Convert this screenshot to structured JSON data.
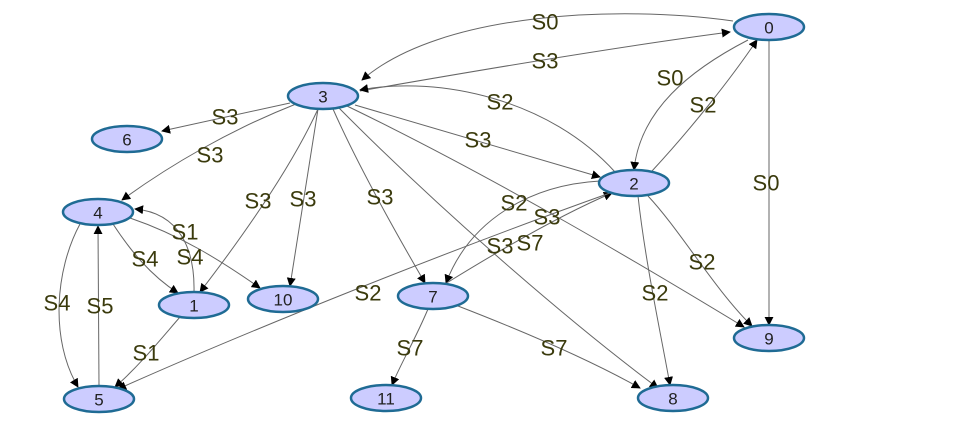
{
  "graph": {
    "nodes": [
      {
        "id": "0",
        "label": "0"
      },
      {
        "id": "1",
        "label": "1"
      },
      {
        "id": "2",
        "label": "2"
      },
      {
        "id": "3",
        "label": "3"
      },
      {
        "id": "4",
        "label": "4"
      },
      {
        "id": "5",
        "label": "5"
      },
      {
        "id": "6",
        "label": "6"
      },
      {
        "id": "7",
        "label": "7"
      },
      {
        "id": "8",
        "label": "8"
      },
      {
        "id": "9",
        "label": "9"
      },
      {
        "id": "10",
        "label": "10"
      },
      {
        "id": "11",
        "label": "11"
      }
    ],
    "edges": [
      {
        "id": "e0-3-s0",
        "from": "0",
        "to": "3",
        "label": "S0"
      },
      {
        "id": "e3-0-s3",
        "from": "3",
        "to": "0",
        "label": "S3"
      },
      {
        "id": "e0-2-s0",
        "from": "0",
        "to": "2",
        "label": "S0"
      },
      {
        "id": "e2-0-s2",
        "from": "2",
        "to": "0",
        "label": "S2"
      },
      {
        "id": "e0-9-s0",
        "from": "0",
        "to": "9",
        "label": "S0"
      },
      {
        "id": "e2-3-s2",
        "from": "2",
        "to": "3",
        "label": "S2"
      },
      {
        "id": "e3-6-s3",
        "from": "3",
        "to": "6",
        "label": "S3"
      },
      {
        "id": "e3-4-s3",
        "from": "3",
        "to": "4",
        "label": "S3"
      },
      {
        "id": "e3-2-s3",
        "from": "3",
        "to": "2",
        "label": "S3"
      },
      {
        "id": "e3-1-s3",
        "from": "3",
        "to": "1",
        "label": "S3"
      },
      {
        "id": "e3-10-s3",
        "from": "3",
        "to": "10",
        "label": "S3"
      },
      {
        "id": "e3-7-s3",
        "from": "3",
        "to": "7",
        "label": "S3"
      },
      {
        "id": "e3-9-s3",
        "from": "3",
        "to": "9",
        "label": "S3"
      },
      {
        "id": "e3-8-s3",
        "from": "3",
        "to": "8",
        "label": "S3"
      },
      {
        "id": "e2-7-s2",
        "from": "2",
        "to": "7",
        "label": "S2"
      },
      {
        "id": "e7-2-s7",
        "from": "7",
        "to": "2",
        "label": "S7"
      },
      {
        "id": "e2-5-s2",
        "from": "2",
        "to": "5",
        "label": "S2"
      },
      {
        "id": "e2-9-s2",
        "from": "2",
        "to": "9",
        "label": "S2"
      },
      {
        "id": "e2-8-s2",
        "from": "2",
        "to": "8",
        "label": "S2"
      },
      {
        "id": "e1-4-s1",
        "from": "1",
        "to": "4",
        "label": "S1"
      },
      {
        "id": "e4-1-s4",
        "from": "4",
        "to": "1",
        "label": "S4"
      },
      {
        "id": "e4-10-s4",
        "from": "4",
        "to": "10",
        "label": "S4"
      },
      {
        "id": "e4-5-s4",
        "from": "4",
        "to": "5",
        "label": "S4"
      },
      {
        "id": "e5-4-s5",
        "from": "5",
        "to": "4",
        "label": "S5"
      },
      {
        "id": "e1-5-s1",
        "from": "1",
        "to": "5",
        "label": "S1"
      },
      {
        "id": "e7-11-s7",
        "from": "7",
        "to": "11",
        "label": "S7"
      },
      {
        "id": "e7-8-s7",
        "from": "7",
        "to": "8",
        "label": "S7"
      }
    ]
  }
}
